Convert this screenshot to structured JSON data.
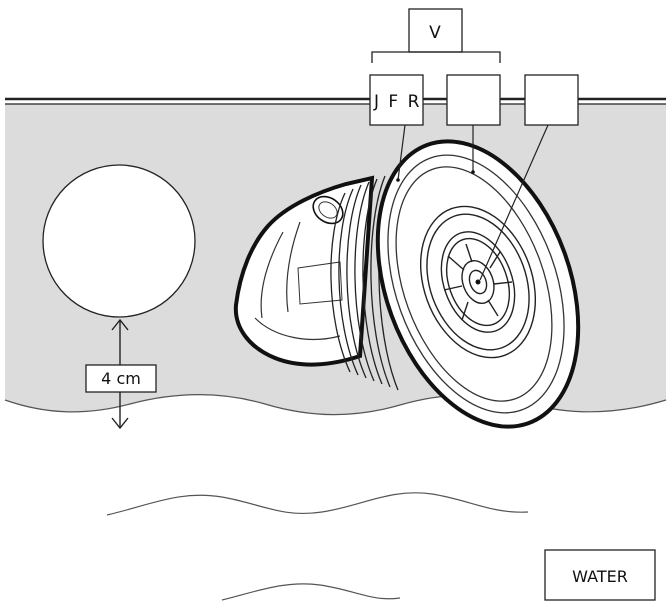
{
  "labels": {
    "group_label": "V",
    "left_box_label": "J F R",
    "middle_box_label": "",
    "right_box_label": "",
    "distance_label": "4 cm",
    "water_label": "WATER"
  },
  "colors": {
    "wall": "#dcdcdc",
    "water": "#ffffff",
    "outline": "#111111",
    "stroke": "#222222"
  }
}
